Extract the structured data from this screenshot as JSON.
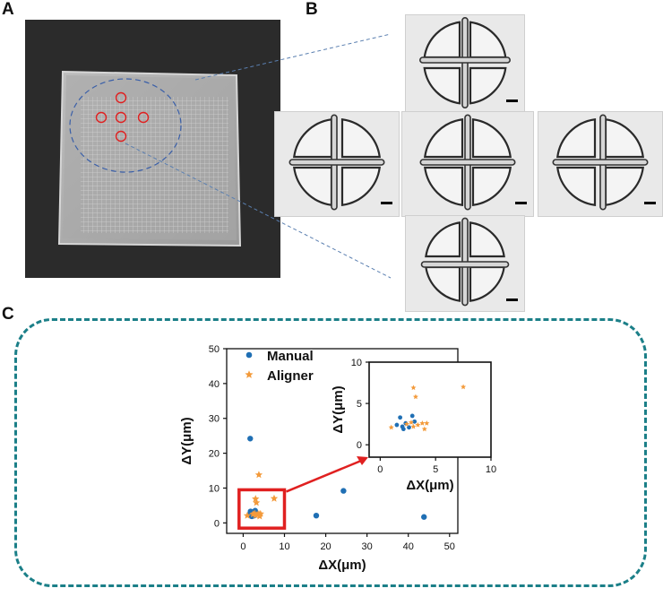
{
  "panels": {
    "a": "A",
    "b": "B",
    "c": "C"
  },
  "colors": {
    "manual": "#1f6fb4",
    "aligner": "#f39a3a",
    "highlight": "#e02020",
    "frame": "#1b7f88",
    "callout": "#5a7fb0"
  },
  "chart_data": [
    {
      "type": "scatter",
      "title": "",
      "xlabel": "ΔX(μm)",
      "ylabel": "ΔY(μm)",
      "xlim": [
        -4,
        52
      ],
      "ylim": [
        -3,
        50
      ],
      "xticks": [
        0,
        10,
        20,
        30,
        40,
        50
      ],
      "yticks": [
        0,
        10,
        20,
        30,
        40,
        50
      ],
      "legend": {
        "position": "top-right",
        "entries": [
          "Manual",
          "Aligner"
        ]
      },
      "series": [
        {
          "name": "Manual",
          "marker": "circle",
          "points": [
            [
              1.7,
              24.2
            ],
            [
              24.3,
              9.2
            ],
            [
              17.7,
              2.1
            ],
            [
              43.8,
              1.7
            ],
            [
              1.8,
              3.3
            ],
            [
              2.3,
              2.6
            ],
            [
              2.6,
              2.1
            ],
            [
              2.1,
              1.9
            ],
            [
              2.9,
              3.5
            ],
            [
              1.5,
              2.4
            ],
            [
              3.1,
              2.8
            ]
          ]
        },
        {
          "name": "Aligner",
          "marker": "star",
          "points": [
            [
              3.8,
              13.8
            ],
            [
              7.5,
              7.0
            ],
            [
              3.0,
              6.9
            ],
            [
              3.2,
              5.8
            ],
            [
              2.4,
              2.5
            ],
            [
              3.4,
              2.4
            ],
            [
              3.8,
              2.6
            ],
            [
              4.2,
              2.6
            ],
            [
              1.0,
              2.1
            ],
            [
              4.0,
              1.9
            ],
            [
              2.8,
              2.7
            ],
            [
              3.0,
              2.2
            ]
          ]
        }
      ],
      "grid": false
    },
    {
      "type": "scatter",
      "title": "",
      "xlabel": "ΔX(μm)",
      "ylabel": "ΔY(μm)",
      "xlim": [
        -1,
        10
      ],
      "ylim": [
        -1.5,
        10
      ],
      "xticks": [
        0,
        5,
        10
      ],
      "yticks": [
        0,
        5,
        10
      ],
      "series": [
        {
          "name": "Manual",
          "marker": "circle",
          "points": [
            [
              1.8,
              3.3
            ],
            [
              2.3,
              2.6
            ],
            [
              2.6,
              2.1
            ],
            [
              2.1,
              1.9
            ],
            [
              2.9,
              3.5
            ],
            [
              1.5,
              2.4
            ],
            [
              3.1,
              2.8
            ],
            [
              2.0,
              2.2
            ]
          ]
        },
        {
          "name": "Aligner",
          "marker": "star",
          "points": [
            [
              3.0,
              6.9
            ],
            [
              3.2,
              5.8
            ],
            [
              7.5,
              7.0
            ],
            [
              2.4,
              2.5
            ],
            [
              3.4,
              2.4
            ],
            [
              3.8,
              2.6
            ],
            [
              4.2,
              2.6
            ],
            [
              1.0,
              2.1
            ],
            [
              4.0,
              1.9
            ],
            [
              2.8,
              2.7
            ],
            [
              3.0,
              2.2
            ]
          ]
        }
      ],
      "grid": false
    }
  ]
}
